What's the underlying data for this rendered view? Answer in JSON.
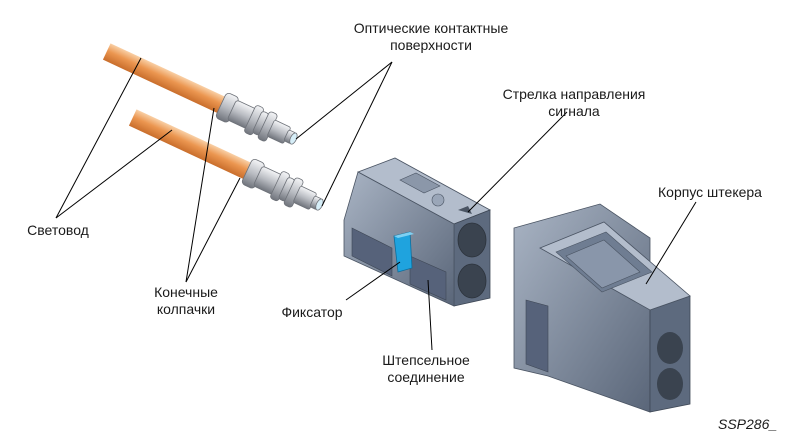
{
  "labels": {
    "optical_surfaces": [
      "Оптические контактные",
      "поверхности"
    ],
    "signal_arrow": [
      "Стрелка направления",
      "сигнала"
    ],
    "plug_housing": [
      "Корпус штекера"
    ],
    "fiber": [
      "Световод"
    ],
    "end_caps": [
      "Конечные",
      "колпачки"
    ],
    "latch": [
      "Фиксатор"
    ],
    "plug_connection": [
      "Штепсельное",
      "соединение"
    ]
  },
  "reference_code": "SSP286_",
  "colors": {
    "cable": "#e8924a",
    "cable_highlight": "#f7c59a",
    "ferrule": "#b9bcc2",
    "ferrule_shadow": "#7c8088",
    "connector": "#6f7d92",
    "connector_light": "#a9b4c4",
    "connector_dark": "#46505f",
    "latch": "#1fa3de",
    "fiber_tip": "#bfe6f7"
  }
}
